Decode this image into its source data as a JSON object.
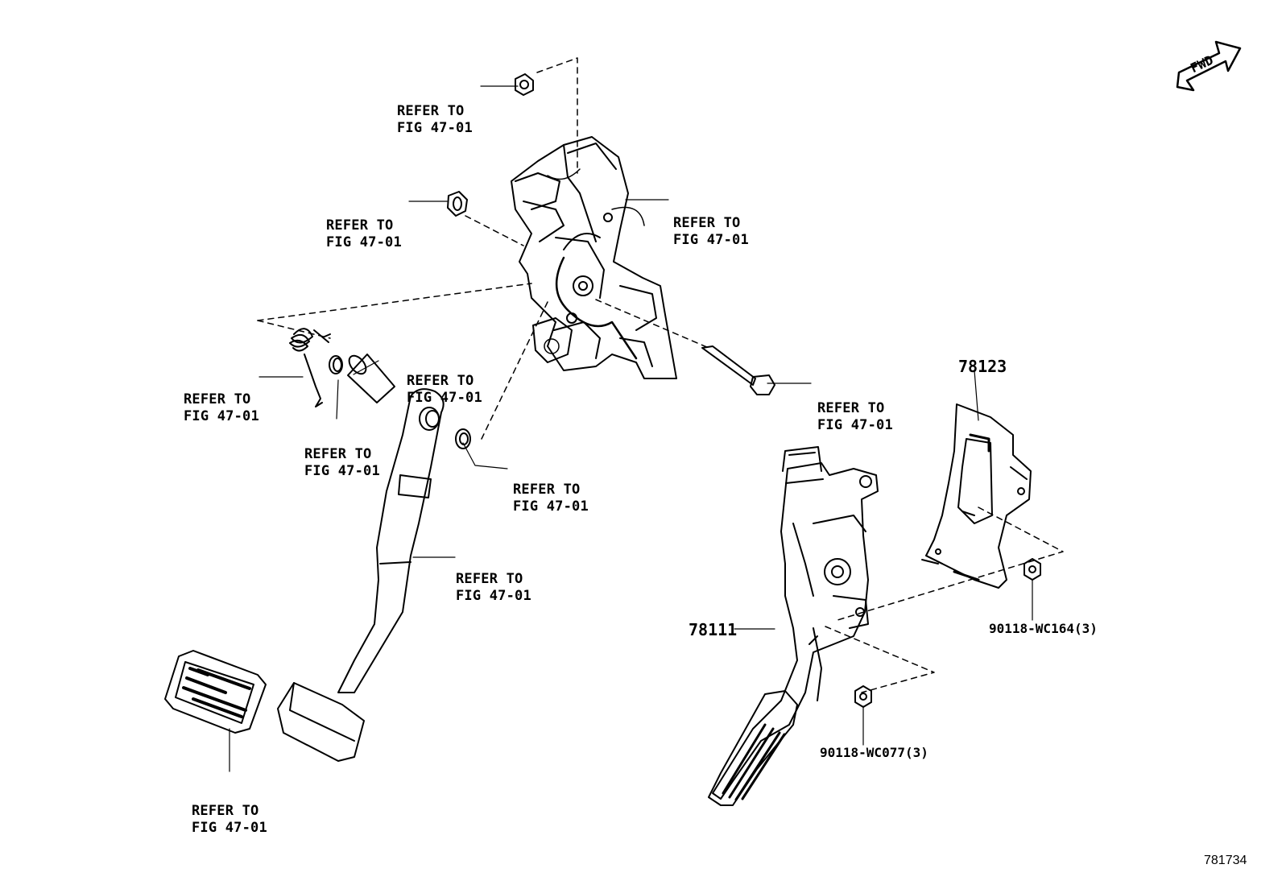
{
  "refer": {
    "line1": "REFER TO",
    "line2": "FIG 47-01"
  },
  "parts": {
    "bracket": "78123",
    "accel_pedal": "78111",
    "nut_a": "90118-WC164(3)",
    "nut_b": "90118-WC077(3)"
  },
  "fwd_label": "FWD",
  "figure_id": "781734"
}
